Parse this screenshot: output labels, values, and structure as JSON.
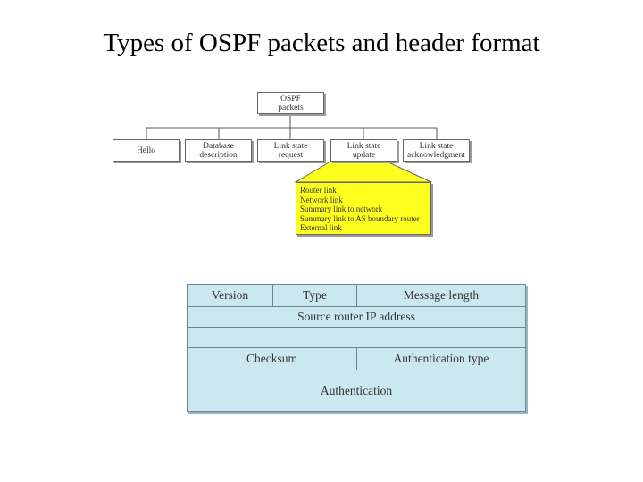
{
  "title": "Types of OSPF packets and header format",
  "tree": {
    "root": {
      "lines": [
        "OSPF",
        "packets"
      ]
    },
    "children": [
      {
        "lines": [
          "Hello"
        ]
      },
      {
        "lines": [
          "Database",
          "description"
        ]
      },
      {
        "lines": [
          "Link state",
          "request"
        ]
      },
      {
        "lines": [
          "Link state",
          "update"
        ]
      },
      {
        "lines": [
          "Link state",
          "acknowledgment"
        ]
      }
    ],
    "lsa_types": [
      "Router link",
      "Network link",
      "Summary link to network",
      "Summary link to AS boundary router",
      "External link"
    ]
  },
  "header": {
    "row1": {
      "version": "Version",
      "type": "Type",
      "message_length": "Message length"
    },
    "row2": {
      "source_router": "Source router IP address"
    },
    "row3": {
      "area_id": ""
    },
    "row4": {
      "checksum": "Checksum",
      "auth_type": "Authentication type"
    },
    "row5": {
      "authentication": "Authentication"
    }
  },
  "colors": {
    "highlight": "#ffff1f",
    "header_fill": "#cbe8f0"
  }
}
